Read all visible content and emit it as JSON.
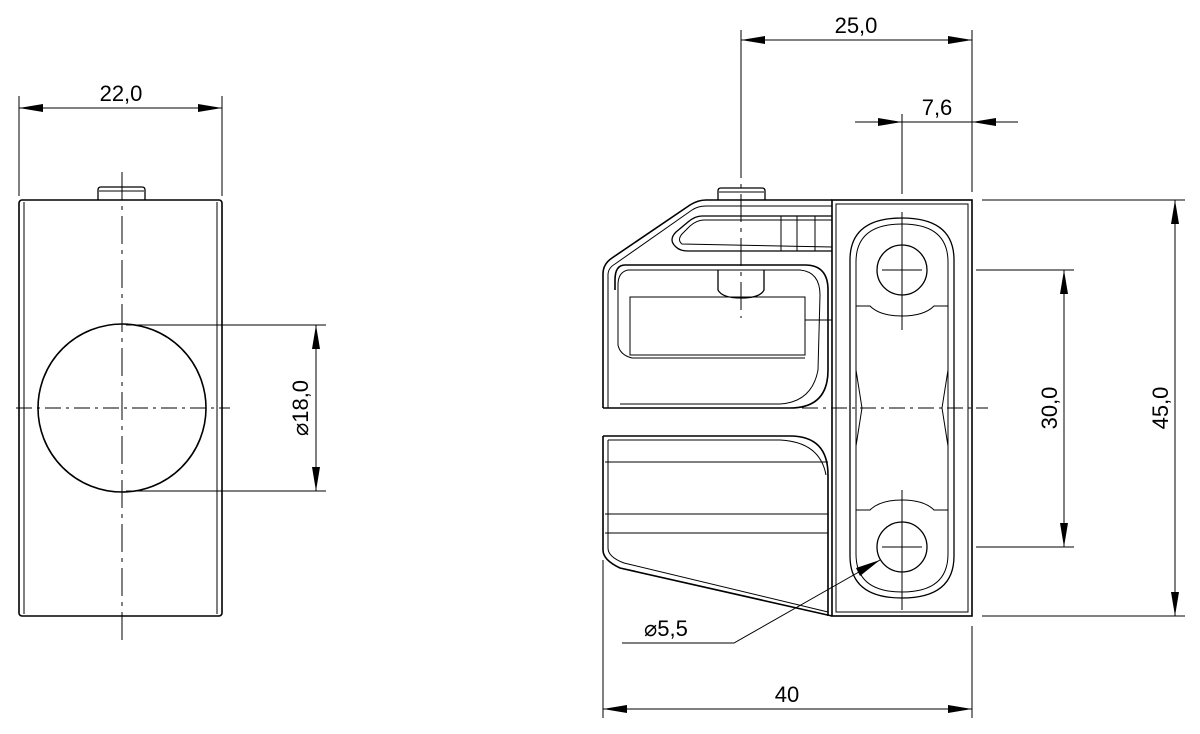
{
  "drawing": {
    "type": "technical-drawing",
    "units": "mm",
    "colors": {
      "line": "#000000",
      "background": "#ffffff"
    },
    "front_view": {
      "dimensions": {
        "width": "22,0",
        "bore_diameter": "18,0",
        "bore_symbol": "⌀"
      }
    },
    "side_view": {
      "dimensions": {
        "offset_to_center": "25,0",
        "slot_offset": "7,6",
        "hole_spacing": "30,0",
        "height": "45,0",
        "hole_diameter": "5,5",
        "hole_symbol": "⌀",
        "depth": "40"
      }
    }
  }
}
